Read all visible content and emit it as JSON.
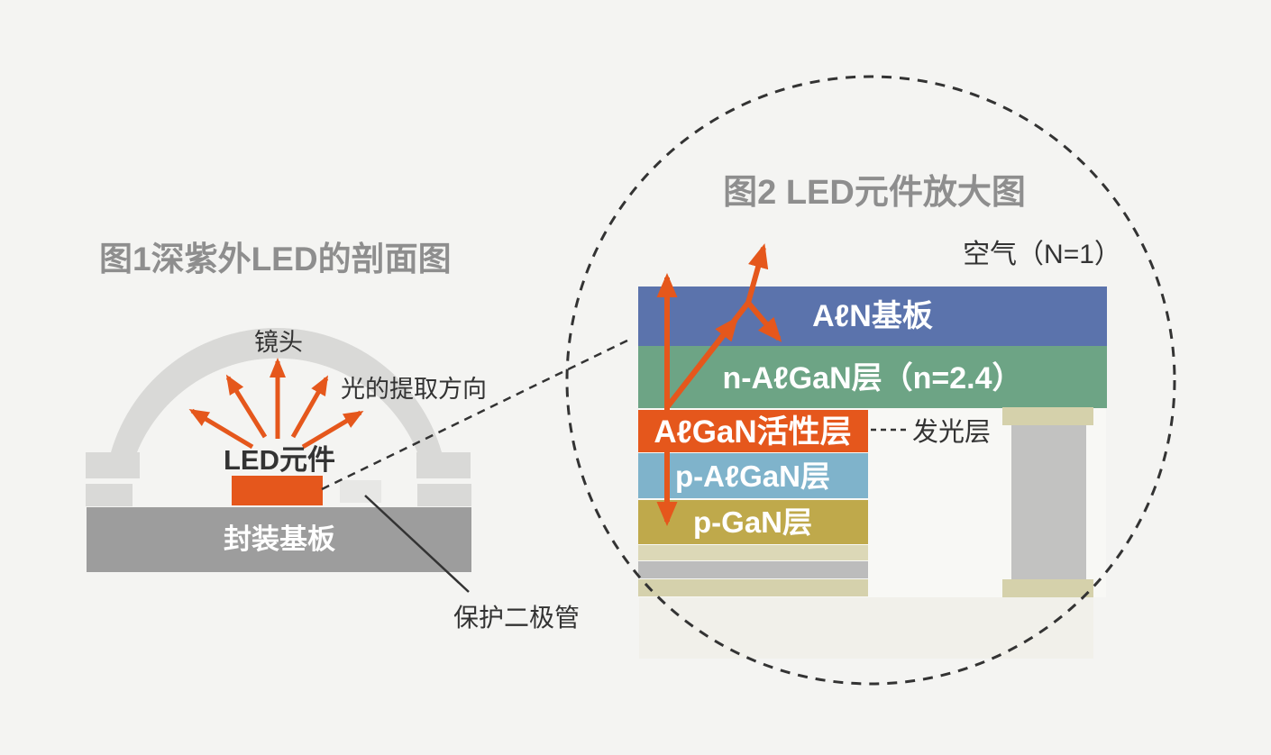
{
  "background": "#f4f4f2",
  "colors": {
    "accent_orange": "#e5571c",
    "title_gray": "#8e8e8e",
    "dome_gray": "#d9d9d7",
    "substrate_gray": "#9d9d9d",
    "diode_gray": "#e7e7e5",
    "line_dark": "#333333",
    "strip_beige_top": "#dcd8b7",
    "strip_gray": "#bcbcbc",
    "strip_beige_bottom": "#d5d1ac",
    "pillar_cap": "#d5d1ab",
    "pillar_body": "#c2c2c1"
  },
  "figure1": {
    "title": "图1深紫外LED的剖面图",
    "labels": {
      "lens": "镜头",
      "light_extraction": "光的提取方向",
      "led_element": "LED元件",
      "package_substrate": "封装基板",
      "protection_diode": "保护二极管"
    }
  },
  "figure2": {
    "title": "图2 LED元件放大图",
    "air_label": "空气（N=1）",
    "layers": [
      {
        "name": "AℓN基板",
        "color": "#5b73ac"
      },
      {
        "name": "n-AℓGaN层（n=2.4）",
        "color": "#6da485"
      },
      {
        "name": "AℓGaN活性层",
        "color": "#e5571c"
      },
      {
        "name": "p-AℓGaN层",
        "color": "#7fb3cb"
      },
      {
        "name": "p-GaN层",
        "color": "#bfa94b"
      }
    ],
    "annotation": "发光层"
  }
}
